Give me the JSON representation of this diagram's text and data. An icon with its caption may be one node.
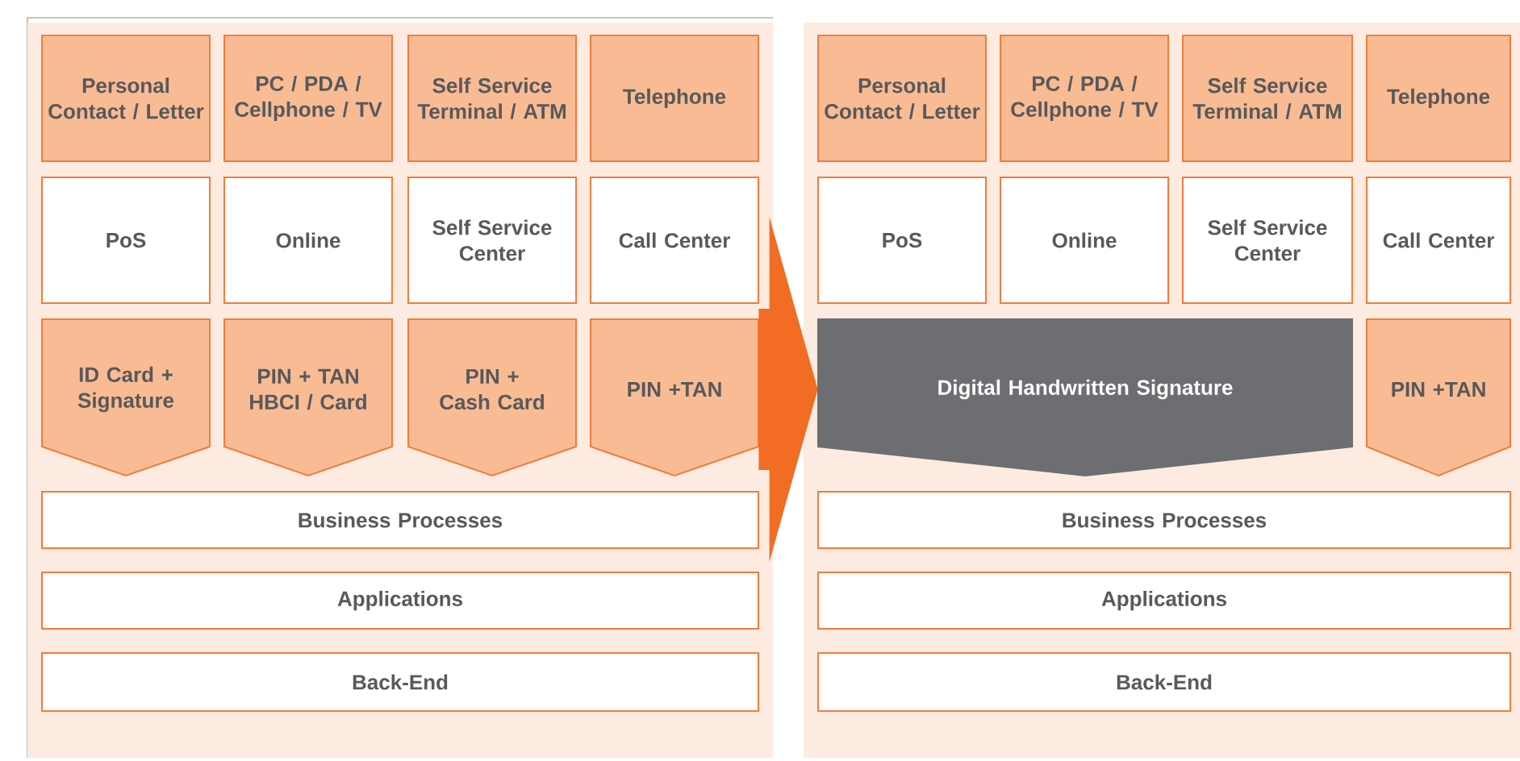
{
  "diagram": {
    "nodes": [
      {
        "text": [],
        "shape": "box"
      },
      {
        "text": [
          "Personal Contact / Letter"
        ],
        "in": 0
      },
      {
        "text": [
          "PC / PDA / Cellphone / TV"
        ],
        "in": 0
      },
      {
        "text": [
          "Self Service Terminal / ATM"
        ],
        "in": 0
      },
      {
        "text": [
          "Telephone"
        ],
        "in": 0
      },
      {
        "text": [
          "PoS"
        ],
        "in": 0
      },
      {
        "text": [
          "Online"
        ],
        "in": 0
      },
      {
        "text": [
          "Self Service Center"
        ],
        "in": 0
      },
      {
        "text": [
          "Call Center"
        ],
        "in": 0
      },
      {
        "text": [
          "ID Card + Signature"
        ],
        "in": 0
      },
      {
        "text": [
          "PIN + TAN HBCI / Card"
        ],
        "in": 0
      },
      {
        "text": [
          "PIN + Cash Card"
        ],
        "in": 0
      },
      {
        "text": [
          "PIN +TAN"
        ],
        "in": 0
      },
      {
        "text": [
          "Business Processes"
        ],
        "in": 0
      },
      {
        "text": [
          "Applications"
        ],
        "in": 0
      },
      {
        "text": [
          "Back-End"
        ],
        "in": 0
      },
      {
        "text": [],
        "shape": "box"
      },
      {
        "text": [
          "Personal Contact / Letter"
        ],
        "in": 16
      },
      {
        "text": [
          "PC / PDA / Cellphone / TV"
        ],
        "in": 16
      },
      {
        "text": [
          "Self Service Terminal / ATM"
        ],
        "in": 16
      },
      {
        "text": [
          "Telephone"
        ],
        "in": 16
      },
      {
        "text": [
          "PoS"
        ],
        "in": 16
      },
      {
        "text": [
          "Online"
        ],
        "in": 16
      },
      {
        "text": [
          "Self Service Center"
        ],
        "in": 16
      },
      {
        "text": [
          "Call Center"
        ],
        "in": 16
      },
      {
        "text": [
          "Digital Handwritten Signature"
        ],
        "in": 16
      },
      {
        "text": [
          "PIN +TAN"
        ],
        "in": 16
      },
      {
        "text": [
          "Business Processes"
        ],
        "in": 16
      },
      {
        "text": [
          "Applications"
        ],
        "in": 16
      },
      {
        "text": [
          "Back-End"
        ],
        "in": 16
      }
    ],
    "edges": [
      {
        "from": 12,
        "to": 25,
        "arrow": "to"
      }
    ]
  }
}
